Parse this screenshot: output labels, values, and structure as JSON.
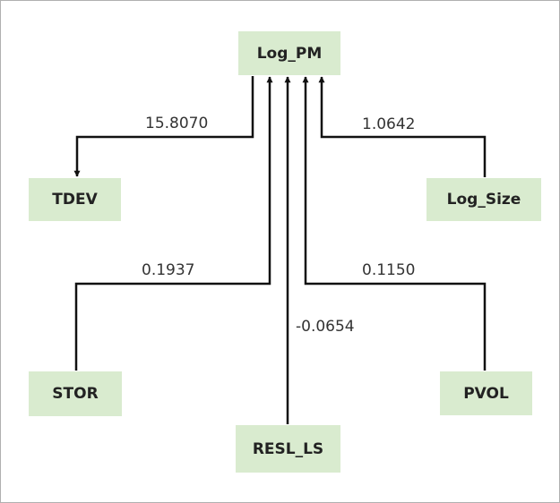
{
  "nodes": {
    "log_pm": "Log_PM",
    "tdev": "TDEV",
    "log_size": "Log_Size",
    "stor": "STOR",
    "pvol": "PVOL",
    "resl_ls": "RESL_LS"
  },
  "edges": {
    "log_pm_to_tdev": "15.8070",
    "log_size_to_log_pm": "1.0642",
    "stor_to_log_pm": "0.1937",
    "pvol_to_log_pm": "0.1150",
    "resl_ls_to_log_pm": "-0.0654"
  },
  "colors": {
    "node_fill": "#d9ebcf",
    "edge": "#111111"
  }
}
